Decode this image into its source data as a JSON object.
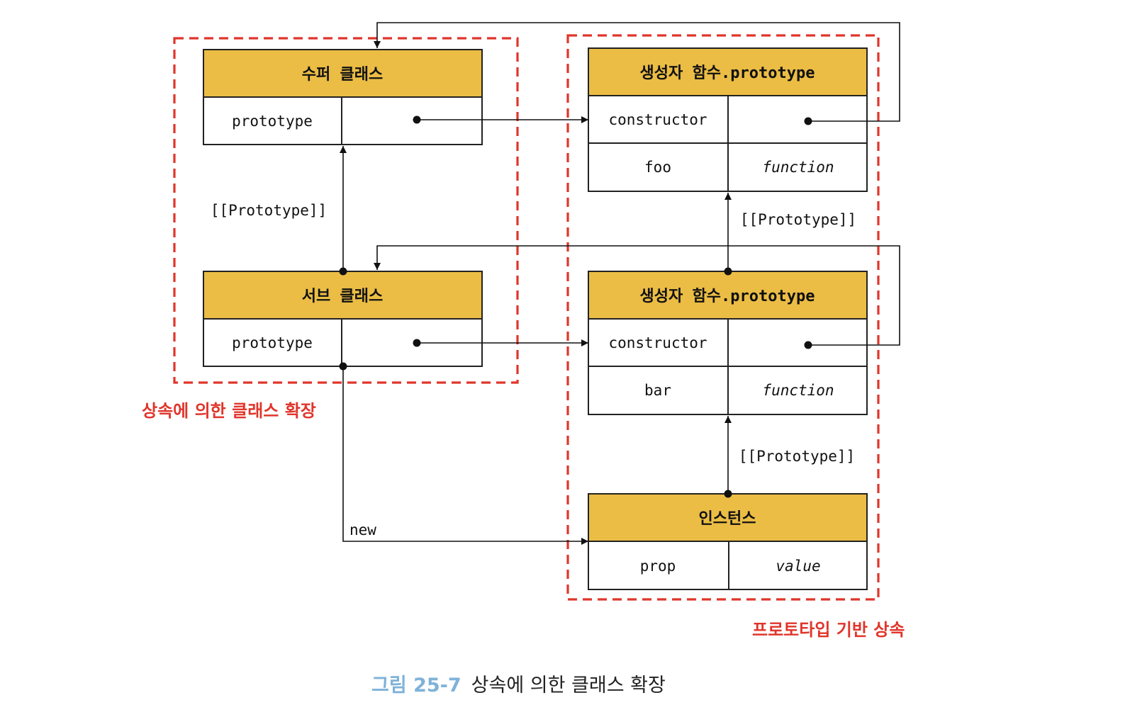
{
  "boxes": {
    "super_class": {
      "title": "수퍼 클래스",
      "rows": [
        {
          "key": "prototype",
          "value": ""
        }
      ]
    },
    "sub_class": {
      "title": "서브 클래스",
      "rows": [
        {
          "key": "prototype",
          "value": ""
        }
      ]
    },
    "super_prototype": {
      "title": "생성자 함수.prototype",
      "rows": [
        {
          "key": "constructor",
          "value": ""
        },
        {
          "key": "foo",
          "value": "function"
        }
      ]
    },
    "sub_prototype": {
      "title": "생성자 함수.prototype",
      "rows": [
        {
          "key": "constructor",
          "value": ""
        },
        {
          "key": "bar",
          "value": "function"
        }
      ]
    },
    "instance": {
      "title": "인스턴스",
      "rows": [
        {
          "key": "prop",
          "value": "value"
        }
      ]
    }
  },
  "edge_labels": {
    "sub_to_super": "[[Prototype]]",
    "subproto_to_superproto": "[[Prototype]]",
    "instance_to_subproto": "[[Prototype]]",
    "new": "new"
  },
  "group_labels": {
    "class_extension": "상속에 의한 클래스 확장",
    "prototype_inheritance": "프로토타입 기반 상속"
  },
  "caption": {
    "number": "그림 25-7",
    "text": "상속에 의한 클래스 확장"
  },
  "colors": {
    "header_fill": "#ebbd45",
    "dashed_border": "#e0352b",
    "caption_number": "#7fb2d8"
  }
}
